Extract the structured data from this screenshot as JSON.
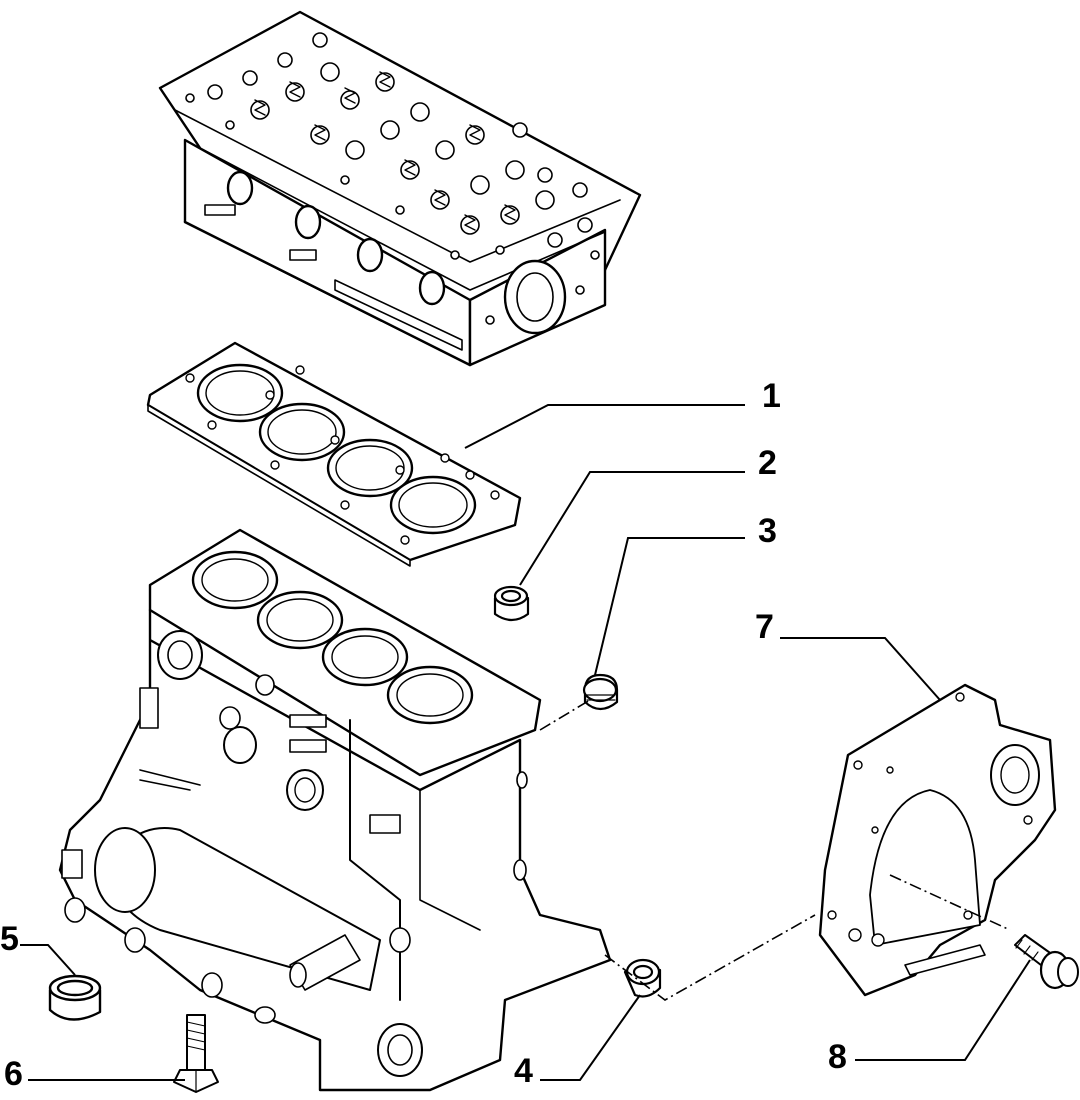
{
  "callouts": {
    "c1": "1",
    "c2": "2",
    "c3": "3",
    "c4": "4",
    "c5": "5",
    "c6": "6",
    "c7": "7",
    "c8": "8"
  },
  "colors": {
    "line": "#000000",
    "background": "#ffffff"
  }
}
